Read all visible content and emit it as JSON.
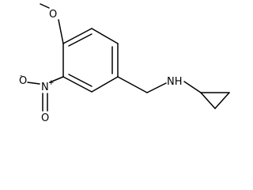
{
  "molecule": {
    "atoms": {
      "methoxy_oxygen": "O",
      "nitro_nitrogen": "N",
      "nitro_nitrogen_charge": "+",
      "nitro_oxygen_single": "O",
      "nitro_oxygen_single_charge": "-",
      "nitro_oxygen_double": "O",
      "amine": "NH"
    }
  }
}
